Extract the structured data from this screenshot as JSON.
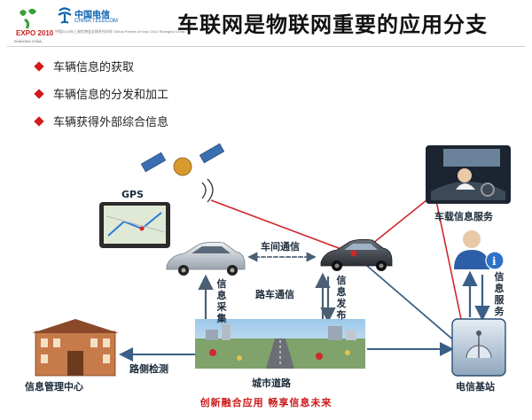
{
  "header": {
    "title": "车联网是物联网重要的应用分支",
    "expo_logo_text": "EXPO 2010",
    "expo_logo_sub": "SHANGHAI CHINA",
    "telecom_name": "中国电信",
    "telecom_en": "CHINA TELECOM",
    "telecom_tagline": "中国2010年上海世博会全球合作伙伴 Global Partner of Expo 2010 Shanghai China"
  },
  "bullets": [
    "车辆信息的获取",
    "车辆信息的分发和加工",
    "车辆获得外部综合信息"
  ],
  "diagram": {
    "gps_label": "GPS",
    "v2v_label": "车间通信",
    "v2r_label": "路车通信",
    "info_collect_label": "信息采集",
    "info_publish_label": "信息发布",
    "info_service_label": "信息服务",
    "incar_service_label": "车载信息服务",
    "roadside_detect_label": "路侧检测",
    "mgmt_center_label": "信息管理中心",
    "city_road_label": "城市道路",
    "base_station_label": "电信基站"
  },
  "footer": {
    "slogan": "创新融合应用   畅享信息未来"
  },
  "colors": {
    "bullet": "#d11a1a",
    "red_line": "#d0282a",
    "blue_line": "#3a5f86",
    "arrow": "#4a5f73",
    "slogan": "#cc1a1a"
  }
}
